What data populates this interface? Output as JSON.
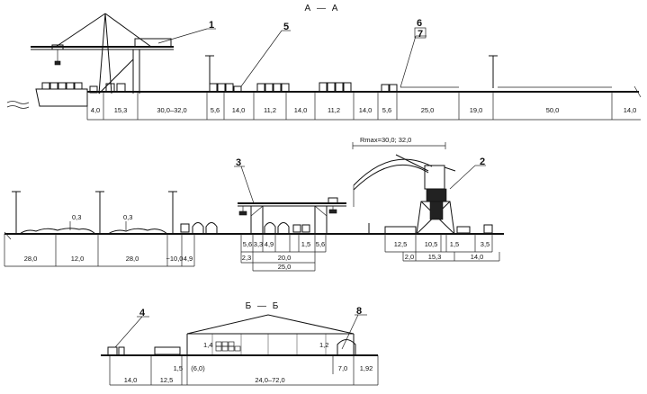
{
  "section_titles": {
    "aa": "А  —  А",
    "bb": "Б  —  Б"
  },
  "callouts": [
    "1",
    "2",
    "3",
    "4",
    "5",
    "6",
    "7",
    "8"
  ],
  "crane_radius_label": "Rmax=30,0; 32,0",
  "heights": [
    "0,3",
    "0,3",
    "1,4",
    "1,2"
  ],
  "row1_dims": [
    "4,0",
    "15,3",
    "30,0–32,0",
    "5,6",
    "14,0",
    "11,2",
    "14,0",
    "11,2",
    "14,0",
    "5,6",
    "25,0",
    "19,0",
    "50,0",
    "14,0"
  ],
  "row2_dims_a": [
    "28,0",
    "12,0",
    "28,0",
    "~10,0",
    "4,9"
  ],
  "row2_dims_b": [
    "5,6",
    "3,3",
    "4,9",
    "1,5",
    "5,6",
    "2,3",
    "20,0",
    "25,0"
  ],
  "row2_dims_c": [
    "12,5",
    "10,5",
    "1,5",
    "3,5",
    "2,0",
    "15,3",
    "14,0"
  ],
  "row3_dims": [
    "14,0",
    "12,5",
    "1,5",
    "(6,0)",
    "24,0–72,0",
    "7,0",
    "1,92"
  ]
}
